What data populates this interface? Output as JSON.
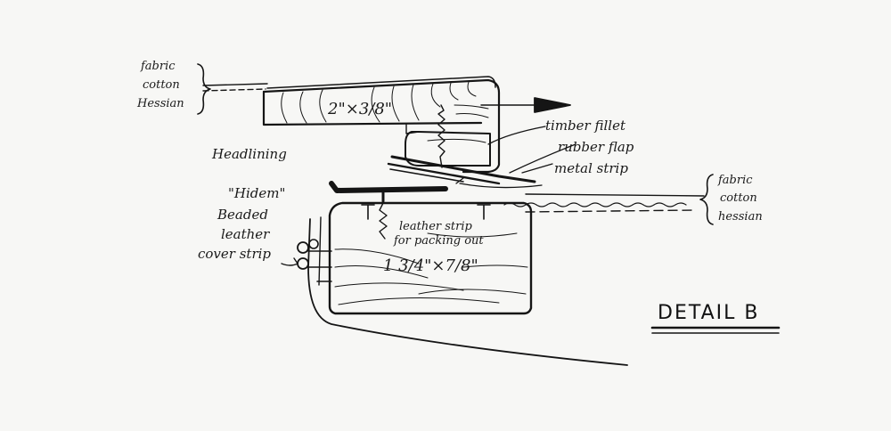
{
  "labels": {
    "fabric_top": [
      "fabric",
      "cotton",
      "Hessian"
    ],
    "fabric_right": [
      "fabric",
      "cotton",
      "hessian"
    ],
    "headlining": "Headlining",
    "hidem": [
      "\"Hidem\"",
      "Beaded",
      "leather",
      "cover strip"
    ],
    "timber_fillet": "timber fillet",
    "rubber_flap": "rubber flap",
    "metal_strip": "metal strip",
    "leather_strip": [
      "leather strip",
      "for packing out"
    ],
    "dim_upper": "2\"×3/8\"",
    "dim_lower": "1 3/4\"×7/8\"",
    "detail_title": "DETAIL B"
  }
}
